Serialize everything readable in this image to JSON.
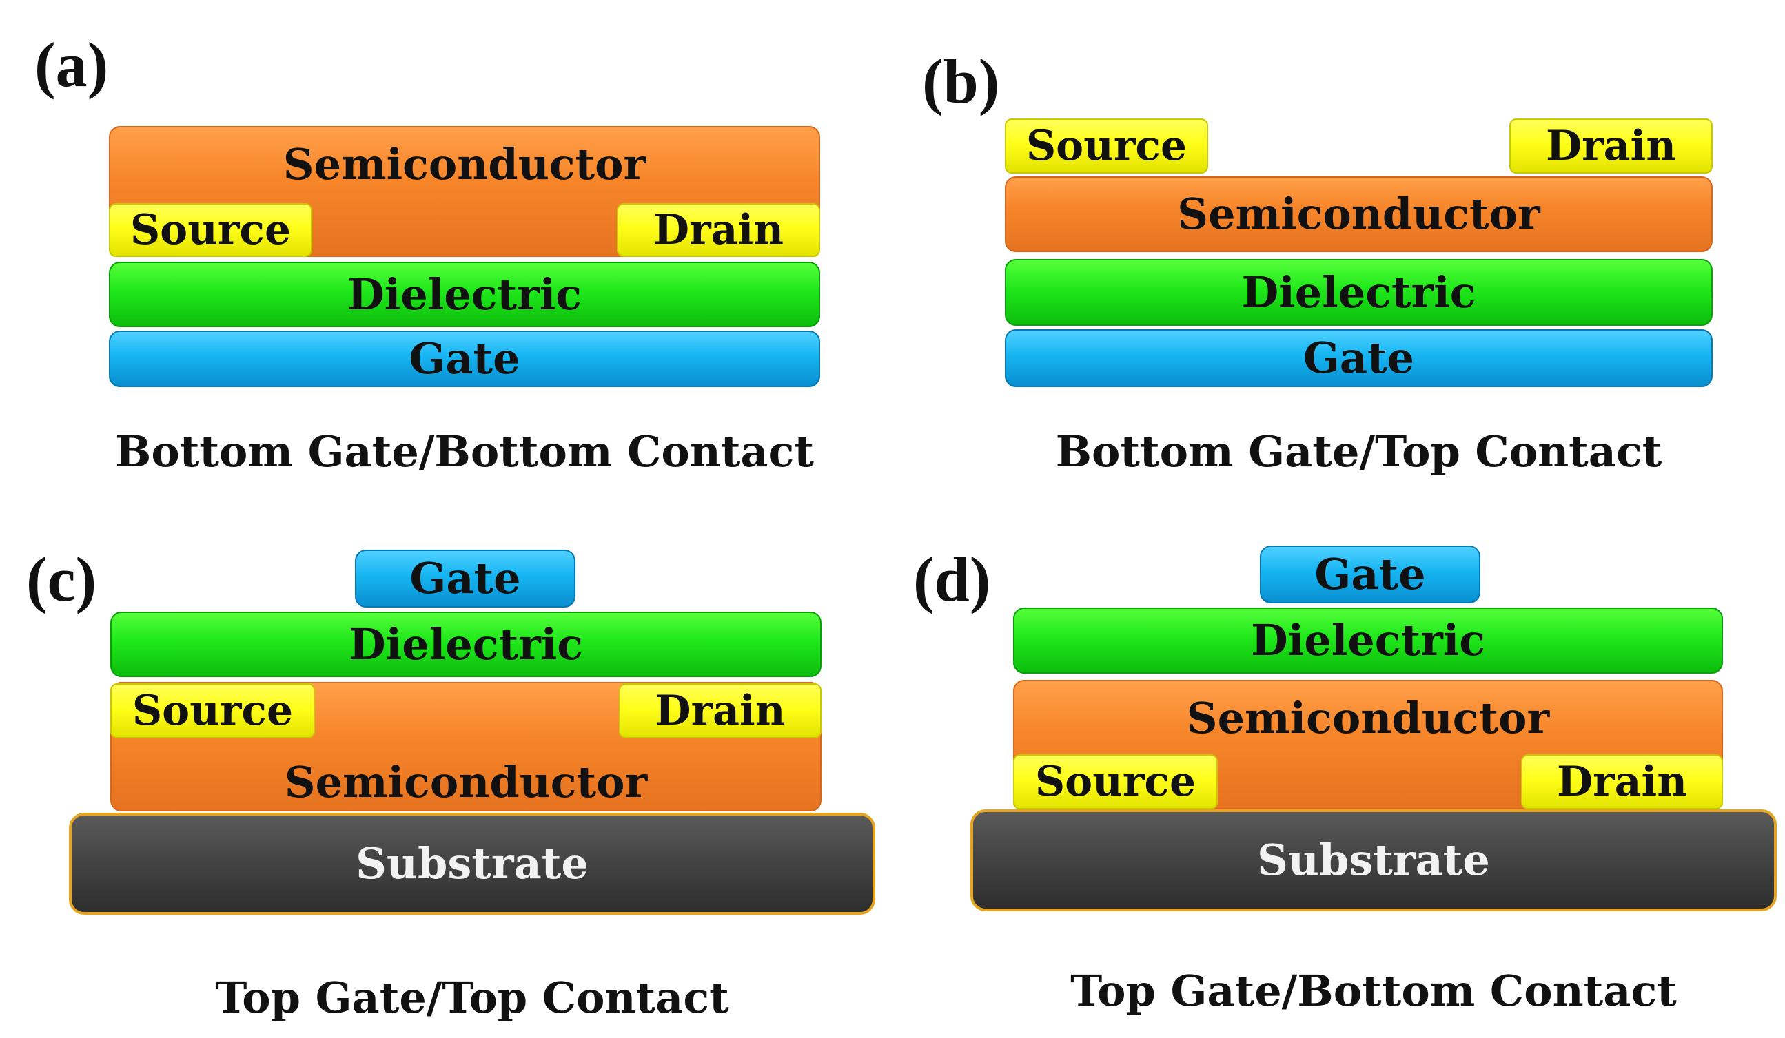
{
  "panels": {
    "a": {
      "letter": "(a)",
      "caption": "Bottom Gate/Bottom Contact",
      "semiconductor": "Semiconductor",
      "source": "Source",
      "drain": "Drain",
      "dielectric": "Dielectric",
      "gate": "Gate"
    },
    "b": {
      "letter": "(b)",
      "caption": "Bottom Gate/Top Contact",
      "source": "Source",
      "drain": "Drain",
      "semiconductor": "Semiconductor",
      "dielectric": "Dielectric",
      "gate": "Gate"
    },
    "c": {
      "letter": "(c)",
      "caption": "Top Gate/Top Contact",
      "gate": "Gate",
      "dielectric": "Dielectric",
      "source": "Source",
      "drain": "Drain",
      "semiconductor": "Semiconductor",
      "substrate": "Substrate"
    },
    "d": {
      "letter": "(d)",
      "caption": "Top Gate/Bottom Contact",
      "gate": "Gate",
      "dielectric": "Dielectric",
      "semiconductor": "Semiconductor",
      "source": "Source",
      "drain": "Drain",
      "substrate": "Substrate"
    }
  },
  "colors": {
    "semiconductor": "#f7862a",
    "contact": "#ffff1a",
    "dielectric": "#1fe81a",
    "gate": "#15b5f2",
    "substrate": "#454545",
    "substrate_border": "#e6a520"
  }
}
